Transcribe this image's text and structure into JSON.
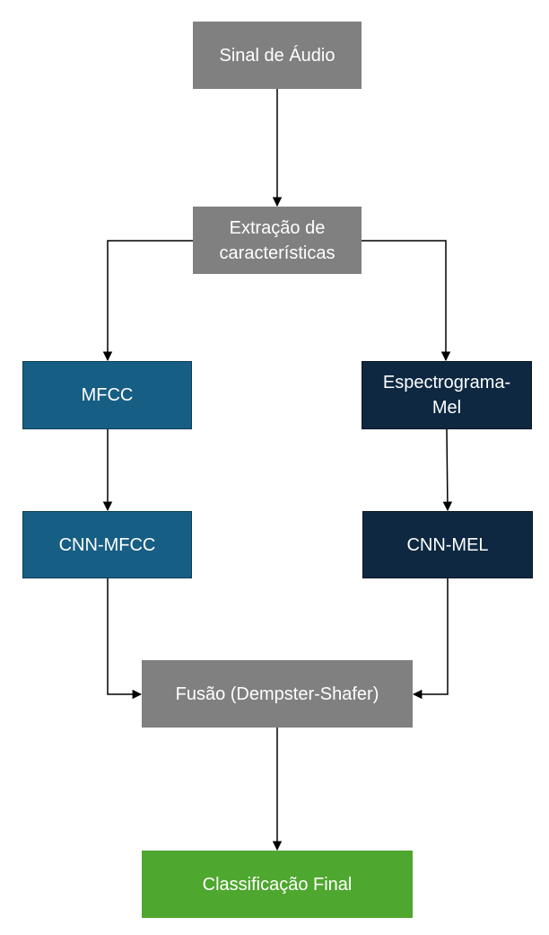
{
  "nodes": {
    "audio_signal": "Sinal de Áudio",
    "feature_extraction": "Extração de características",
    "mfcc": "MFCC",
    "mel_spectrogram": "Espectrograma-Mel",
    "cnn_mfcc": "CNN-MFCC",
    "cnn_mel": "CNN-MEL",
    "fusion": "Fusão (Dempster-Shafer)",
    "final_classification": "Classificação Final"
  },
  "colors": {
    "process_gray": "#808080",
    "mfcc_branch_blue": "#175e84",
    "mel_branch_navy": "#0e2841",
    "output_green": "#4ea72e",
    "connector": "#000000"
  },
  "edges": [
    {
      "from": "audio_signal",
      "to": "feature_extraction"
    },
    {
      "from": "feature_extraction",
      "to": "mfcc"
    },
    {
      "from": "feature_extraction",
      "to": "mel_spectrogram"
    },
    {
      "from": "mfcc",
      "to": "cnn_mfcc"
    },
    {
      "from": "mel_spectrogram",
      "to": "cnn_mel"
    },
    {
      "from": "cnn_mfcc",
      "to": "fusion"
    },
    {
      "from": "cnn_mel",
      "to": "fusion"
    },
    {
      "from": "fusion",
      "to": "final_classification"
    }
  ]
}
